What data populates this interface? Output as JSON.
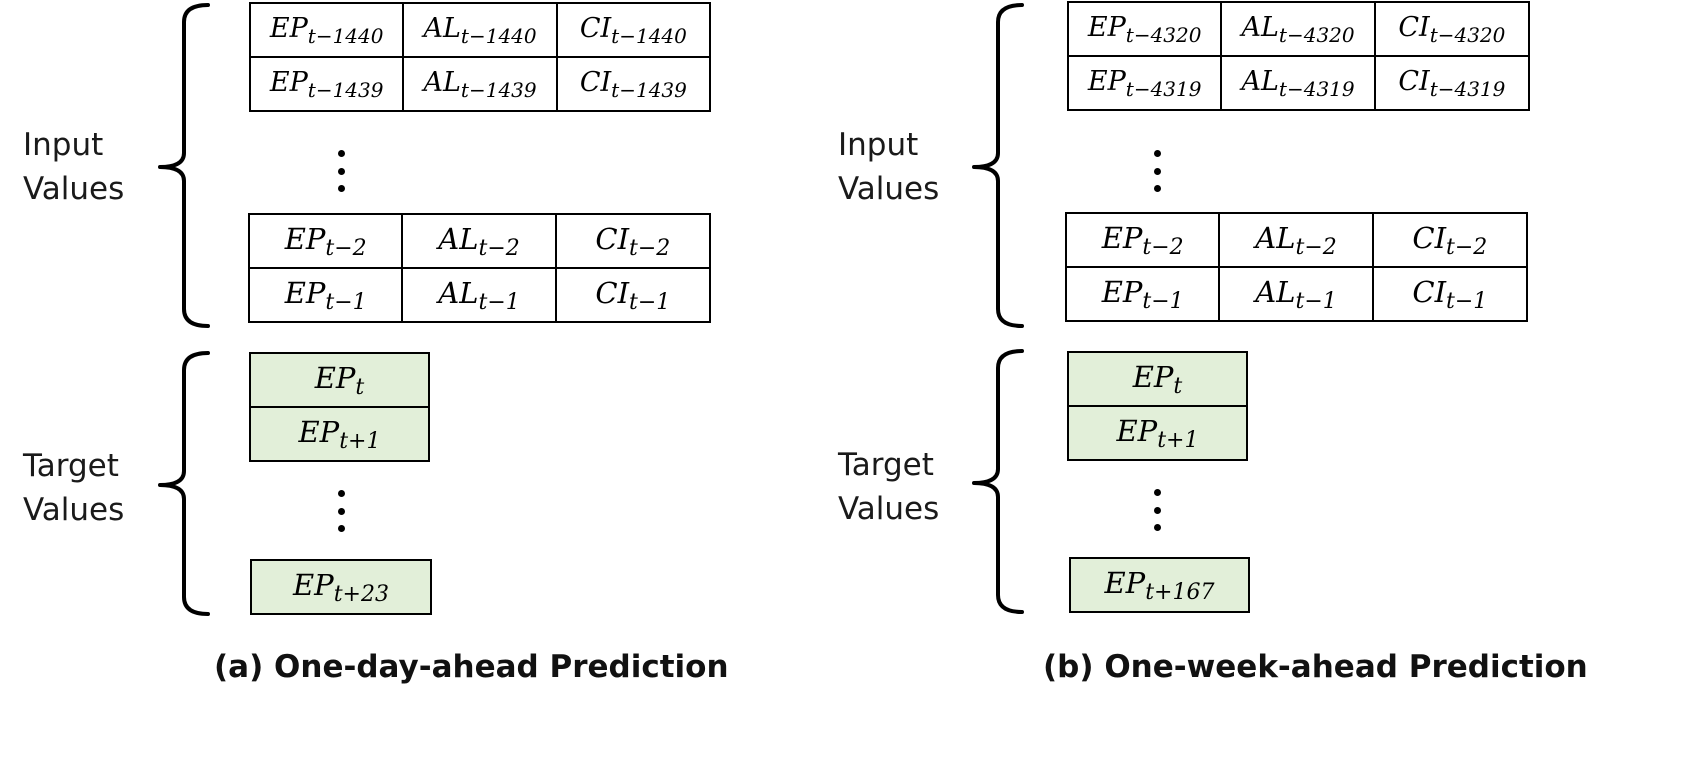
{
  "panels": [
    {
      "input_label": [
        "Input",
        "Values"
      ],
      "target_label": [
        "Target",
        "Values"
      ],
      "input_top": [
        [
          "EP",
          "t−1440",
          "AL",
          "t−1440",
          "CI",
          "t−1440"
        ],
        [
          "EP",
          "t−1439",
          "AL",
          "t−1439",
          "CI",
          "t−1439"
        ]
      ],
      "input_bottom": [
        [
          "EP",
          "t−2",
          "AL",
          "t−2",
          "CI",
          "t−2"
        ],
        [
          "EP",
          "t−1",
          "AL",
          "t−1",
          "CI",
          "t−1"
        ]
      ],
      "targets_top": [
        [
          "EP",
          "t"
        ],
        [
          "EP",
          "t+1"
        ]
      ],
      "target_last": [
        "EP",
        "t+23"
      ],
      "caption": "(a) One-day-ahead Prediction"
    },
    {
      "input_label": [
        "Input",
        "Values"
      ],
      "target_label": [
        "Target",
        "Values"
      ],
      "input_top": [
        [
          "EP",
          "t−4320",
          "AL",
          "t−4320",
          "CI",
          "t−4320"
        ],
        [
          "EP",
          "t−4319",
          "AL",
          "t−4319",
          "CI",
          "t−4319"
        ]
      ],
      "input_bottom": [
        [
          "EP",
          "t−2",
          "AL",
          "t−2",
          "CI",
          "t−2"
        ],
        [
          "EP",
          "t−1",
          "AL",
          "t−1",
          "CI",
          "t−1"
        ]
      ],
      "targets_top": [
        [
          "EP",
          "t"
        ],
        [
          "EP",
          "t+1"
        ]
      ],
      "target_last": [
        "EP",
        "t+167"
      ],
      "caption": "(b) One-week-ahead Prediction"
    }
  ],
  "colors": {
    "target_fill": "#e2efd9",
    "stroke": "#000000"
  }
}
